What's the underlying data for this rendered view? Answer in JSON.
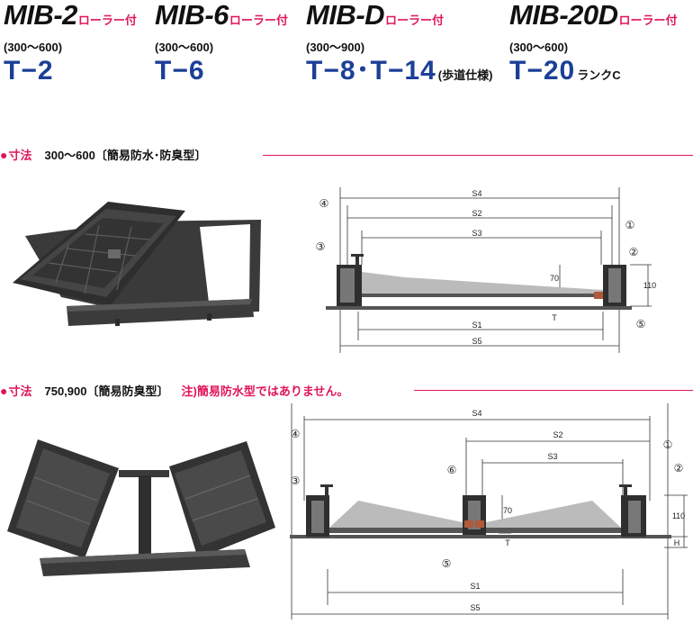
{
  "models": [
    {
      "name": "MIB-2",
      "roller": "ローラー付",
      "range": "(300～600)",
      "grade": "T−2",
      "note": ""
    },
    {
      "name": "MIB-6",
      "roller": "ローラー付",
      "range": "(300～600)",
      "grade": "T−6",
      "note": ""
    },
    {
      "name": "MIB-D",
      "roller": "ローラー付",
      "range": "(300～900)",
      "grade": "T−8･T−14",
      "note": "(歩道仕様)"
    },
    {
      "name": "MIB-20D",
      "roller": "ローラー付",
      "range": "(300～600)",
      "grade": "T−20",
      "note": "ランクC"
    }
  ],
  "section1": {
    "bullet": "●",
    "label": "寸法",
    "text": "300～600〔簡易防水･防臭型〕",
    "warning": ""
  },
  "section2": {
    "bullet": "●",
    "label": "寸法",
    "text": "750,900〔簡易防臭型〕",
    "warning": "注)簡易防水型ではありません。"
  },
  "diagram1": {
    "dims": {
      "s1": "S1",
      "s2": "S2",
      "s3": "S3",
      "s4": "S4",
      "s5": "S5",
      "depth": "70",
      "height": "110",
      "t": "T"
    },
    "callouts": [
      "①",
      "②",
      "③",
      "④",
      "⑤"
    ]
  },
  "diagram2": {
    "dims": {
      "s1": "S1",
      "s2": "S2",
      "s3": "S3",
      "s4": "S4",
      "s5": "S5",
      "depth": "70",
      "height": "110",
      "t": "T",
      "h": "H"
    },
    "callouts": [
      "①",
      "②",
      "③",
      "④",
      "⑤",
      "⑥"
    ]
  },
  "colors": {
    "accent": "#e0155a",
    "grade_blue": "#1c3f97",
    "cover_dark": "#2b2b2b"
  }
}
